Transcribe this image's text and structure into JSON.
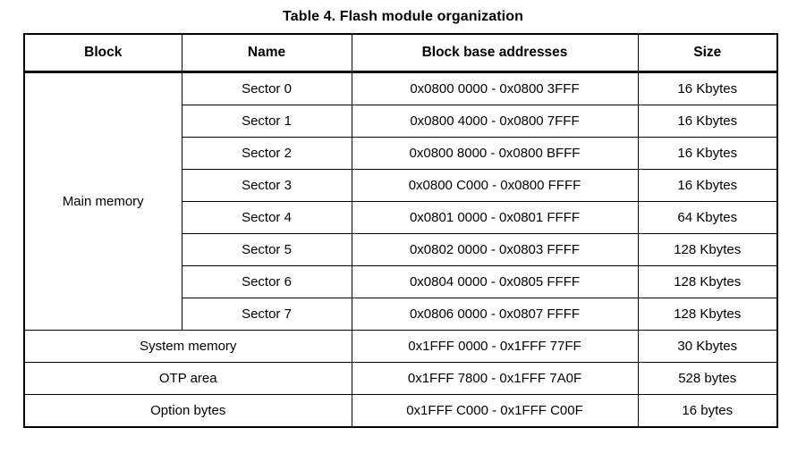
{
  "caption": "Table 4. Flash module organization",
  "table": {
    "columns": [
      "Block",
      "Name",
      "Block base addresses",
      "Size"
    ],
    "block_main_label": "Main memory",
    "sectors": [
      {
        "name": "Sector 0",
        "address": "0x0800 0000 - 0x0800 3FFF",
        "size": "16 Kbytes"
      },
      {
        "name": "Sector 1",
        "address": "0x0800 4000 - 0x0800 7FFF",
        "size": "16 Kbytes"
      },
      {
        "name": "Sector 2",
        "address": "0x0800 8000 - 0x0800 BFFF",
        "size": "16 Kbytes"
      },
      {
        "name": "Sector 3",
        "address": "0x0800 C000 - 0x0800 FFFF",
        "size": "16 Kbytes"
      },
      {
        "name": "Sector 4",
        "address": "0x0801 0000 - 0x0801 FFFF",
        "size": "64 Kbytes"
      },
      {
        "name": "Sector 5",
        "address": "0x0802 0000 - 0x0803 FFFF",
        "size": "128 Kbytes"
      },
      {
        "name": "Sector 6",
        "address": "0x0804 0000 - 0x0805 FFFF",
        "size": "128 Kbytes"
      },
      {
        "name": "Sector 7",
        "address": "0x0806 0000 - 0x0807 FFFF",
        "size": "128 Kbytes"
      }
    ],
    "other_blocks": [
      {
        "name": "System memory",
        "address": "0x1FFF 0000 - 0x1FFF 77FF",
        "size": "30 Kbytes"
      },
      {
        "name": "OTP area",
        "address": "0x1FFF 7800 - 0x1FFF 7A0F",
        "size": "528 bytes"
      },
      {
        "name": "Option bytes",
        "address": "0x1FFF C000 - 0x1FFF C00F",
        "size": "16 bytes"
      }
    ]
  },
  "colors": {
    "text": "#000000",
    "border": "#000000",
    "background": "#ffffff"
  }
}
